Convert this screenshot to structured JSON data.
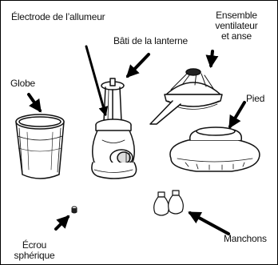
{
  "labels": {
    "electrode": "Électrode de l’allumeur",
    "frame": "Bâti de la lanterne",
    "fan_line1": "Ensemble",
    "fan_line2": "ventilateur",
    "fan_line3": "et anse",
    "base": "Pied",
    "globe": "Globe",
    "nut_line1": "Écrou",
    "nut_line2": "sphérique",
    "mantles": "Manchons"
  }
}
